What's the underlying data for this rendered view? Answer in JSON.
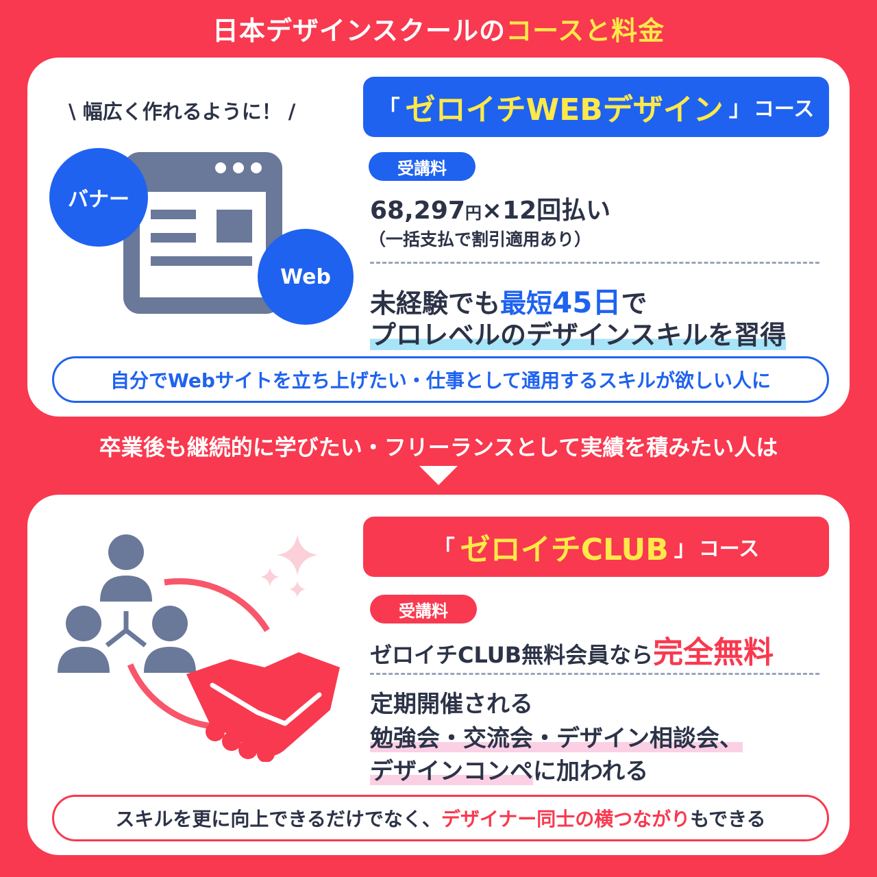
{
  "header": {
    "title_prefix": "日本デザインスクールの",
    "title_highlight": "コースと料金"
  },
  "web_course": {
    "tagline": "\\ 幅広く作れるように！ /",
    "banner_open": "「",
    "banner_name": "ゼロイチWEBデザイン",
    "banner_close": "」",
    "banner_suffix": "コース",
    "fee_label": "受講料",
    "price_amount": "68,297",
    "price_unit": "円",
    "price_installments": "×12回払い",
    "price_note": "（一括支払で割引適用あり）",
    "benefit_1a": "未経験でも",
    "benefit_1b": "最短",
    "benefit_1c": "45日",
    "benefit_1d": "で",
    "benefit_2": "プロレベルのデザインスキルを習得",
    "badge_banner": "バナー",
    "badge_web": "Web",
    "target": "自分でWebサイトを立ち上げたい・仕事として通用するスキルが欲しい人に"
  },
  "transition_text": "卒業後も継続的に学びたい・フリーランスとして実績を積みたい人は",
  "club_course": {
    "banner_open": "「",
    "banner_name": "ゼロイチCLUB",
    "banner_close": "」",
    "banner_suffix": "コース",
    "fee_label": "受講料",
    "free_prefix": "ゼロイチCLUB無料会員なら",
    "free_highlight": "完全無料",
    "line_1": "定期開催される",
    "line_2": "勉強会・交流会・デザイン相談会、",
    "line_3a": "デザインコンペ",
    "line_3b": "に加われる",
    "target_a": "スキルを更に向上できるだけでなく、",
    "target_b": "デザイナー同士の横つながり",
    "target_c": "もできる"
  },
  "colors": {
    "background": "#f8394f",
    "blue": "#1f62f0",
    "yellow": "#ffe94a",
    "text": "#2c3347",
    "icon_gray": "#6a7899"
  },
  "icons": [
    "browser-window-icon",
    "people-network-icon",
    "sparkle-icon",
    "handshake-icon",
    "down-arrow-icon"
  ]
}
